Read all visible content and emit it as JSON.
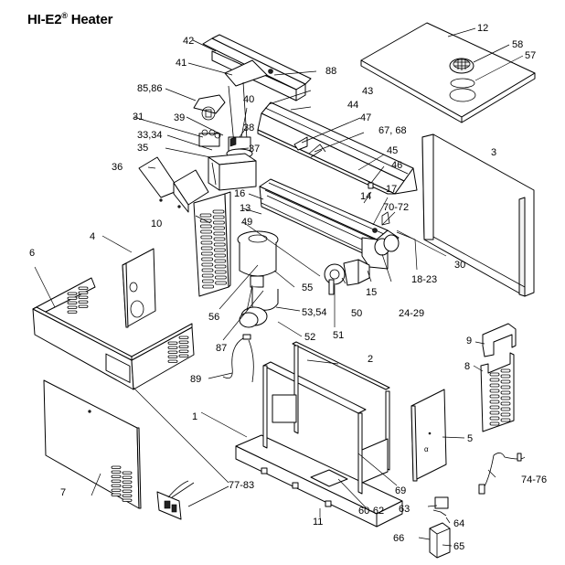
{
  "title": {
    "text": "HI-E2",
    "reg_mark": "®",
    "suffix": "Heater"
  },
  "callouts": [
    {
      "id": "c1",
      "label": "1"
    },
    {
      "id": "c2",
      "label": "2"
    },
    {
      "id": "c3",
      "label": "3"
    },
    {
      "id": "c4",
      "label": "4"
    },
    {
      "id": "c5",
      "label": "5"
    },
    {
      "id": "c6",
      "label": "6"
    },
    {
      "id": "c7",
      "label": "7"
    },
    {
      "id": "c8",
      "label": "8"
    },
    {
      "id": "c9",
      "label": "9"
    },
    {
      "id": "c10",
      "label": "10"
    },
    {
      "id": "c11",
      "label": "11"
    },
    {
      "id": "c12",
      "label": "12"
    },
    {
      "id": "c13",
      "label": "13"
    },
    {
      "id": "c14",
      "label": "14"
    },
    {
      "id": "c15",
      "label": "15"
    },
    {
      "id": "c16",
      "label": "16"
    },
    {
      "id": "c17",
      "label": "17"
    },
    {
      "id": "c18_23",
      "label": "18-23"
    },
    {
      "id": "c24_29",
      "label": "24-29"
    },
    {
      "id": "c30",
      "label": "30"
    },
    {
      "id": "c31",
      "label": "31"
    },
    {
      "id": "c33_34",
      "label": "33,34"
    },
    {
      "id": "c35",
      "label": "35"
    },
    {
      "id": "c36",
      "label": "36"
    },
    {
      "id": "c37",
      "label": "37"
    },
    {
      "id": "c38",
      "label": "38"
    },
    {
      "id": "c39",
      "label": "39"
    },
    {
      "id": "c40",
      "label": "40"
    },
    {
      "id": "c41",
      "label": "41"
    },
    {
      "id": "c42",
      "label": "42"
    },
    {
      "id": "c43",
      "label": "43"
    },
    {
      "id": "c44",
      "label": "44"
    },
    {
      "id": "c45",
      "label": "45"
    },
    {
      "id": "c46",
      "label": "46"
    },
    {
      "id": "c47",
      "label": "47"
    },
    {
      "id": "c49",
      "label": "49"
    },
    {
      "id": "c50",
      "label": "50"
    },
    {
      "id": "c51",
      "label": "51"
    },
    {
      "id": "c52",
      "label": "52"
    },
    {
      "id": "c53_54",
      "label": "53,54"
    },
    {
      "id": "c55",
      "label": "55"
    },
    {
      "id": "c56",
      "label": "56"
    },
    {
      "id": "c57",
      "label": "57"
    },
    {
      "id": "c58",
      "label": "58"
    },
    {
      "id": "c60_62",
      "label": "60-62"
    },
    {
      "id": "c63",
      "label": "63"
    },
    {
      "id": "c64",
      "label": "64"
    },
    {
      "id": "c65",
      "label": "65"
    },
    {
      "id": "c66",
      "label": "66"
    },
    {
      "id": "c67_68",
      "label": "67, 68"
    },
    {
      "id": "c69",
      "label": "69"
    },
    {
      "id": "c70_72",
      "label": "70-72"
    },
    {
      "id": "c74_76",
      "label": "74-76"
    },
    {
      "id": "c77_83",
      "label": "77-83"
    },
    {
      "id": "c85_86",
      "label": "85,86"
    },
    {
      "id": "c87",
      "label": "87"
    },
    {
      "id": "c88",
      "label": "88"
    },
    {
      "id": "c89",
      "label": "89"
    }
  ]
}
